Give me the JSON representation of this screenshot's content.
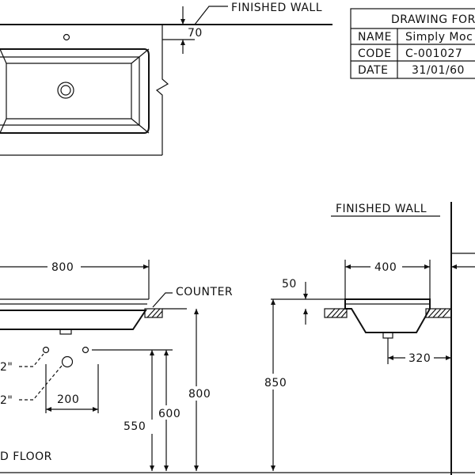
{
  "labels": {
    "finished_wall_top": "FINISHED WALL",
    "finished_wall_right": "FINISHED WALL",
    "counter": "COUNTER",
    "floor": "D FLOOR",
    "pipe_1": "2\"",
    "pipe_2": "2\""
  },
  "title_block": {
    "header": "DRAWING FOR",
    "rows": [
      {
        "key": "NAME",
        "value": "Simply Moc"
      },
      {
        "key": "CODE",
        "value": "C-001027"
      },
      {
        "key": "DATE",
        "value": "31/01/60"
      }
    ]
  },
  "dimensions": {
    "wall_offset": "70",
    "width": "800",
    "depth": "400",
    "offset_320": "320",
    "counter_thick": "50",
    "pipe_spacing": "200",
    "h_800": "800",
    "h_850": "850",
    "h_600": "600",
    "h_550": "550"
  }
}
